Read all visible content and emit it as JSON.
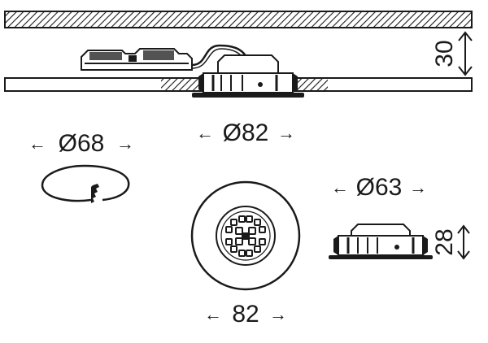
{
  "dimensions": {
    "ceiling_clearance": "30",
    "hole_diameter": "Ø82",
    "clip_diameter": "Ø68",
    "module_diameter": "Ø63",
    "module_height": "28",
    "front_width": "82"
  },
  "arrows": {
    "left": "←",
    "right": "→"
  },
  "colors": {
    "line": "#1a1a1a",
    "fill_light": "#ffffff",
    "hatch": "#1a1a1a"
  }
}
